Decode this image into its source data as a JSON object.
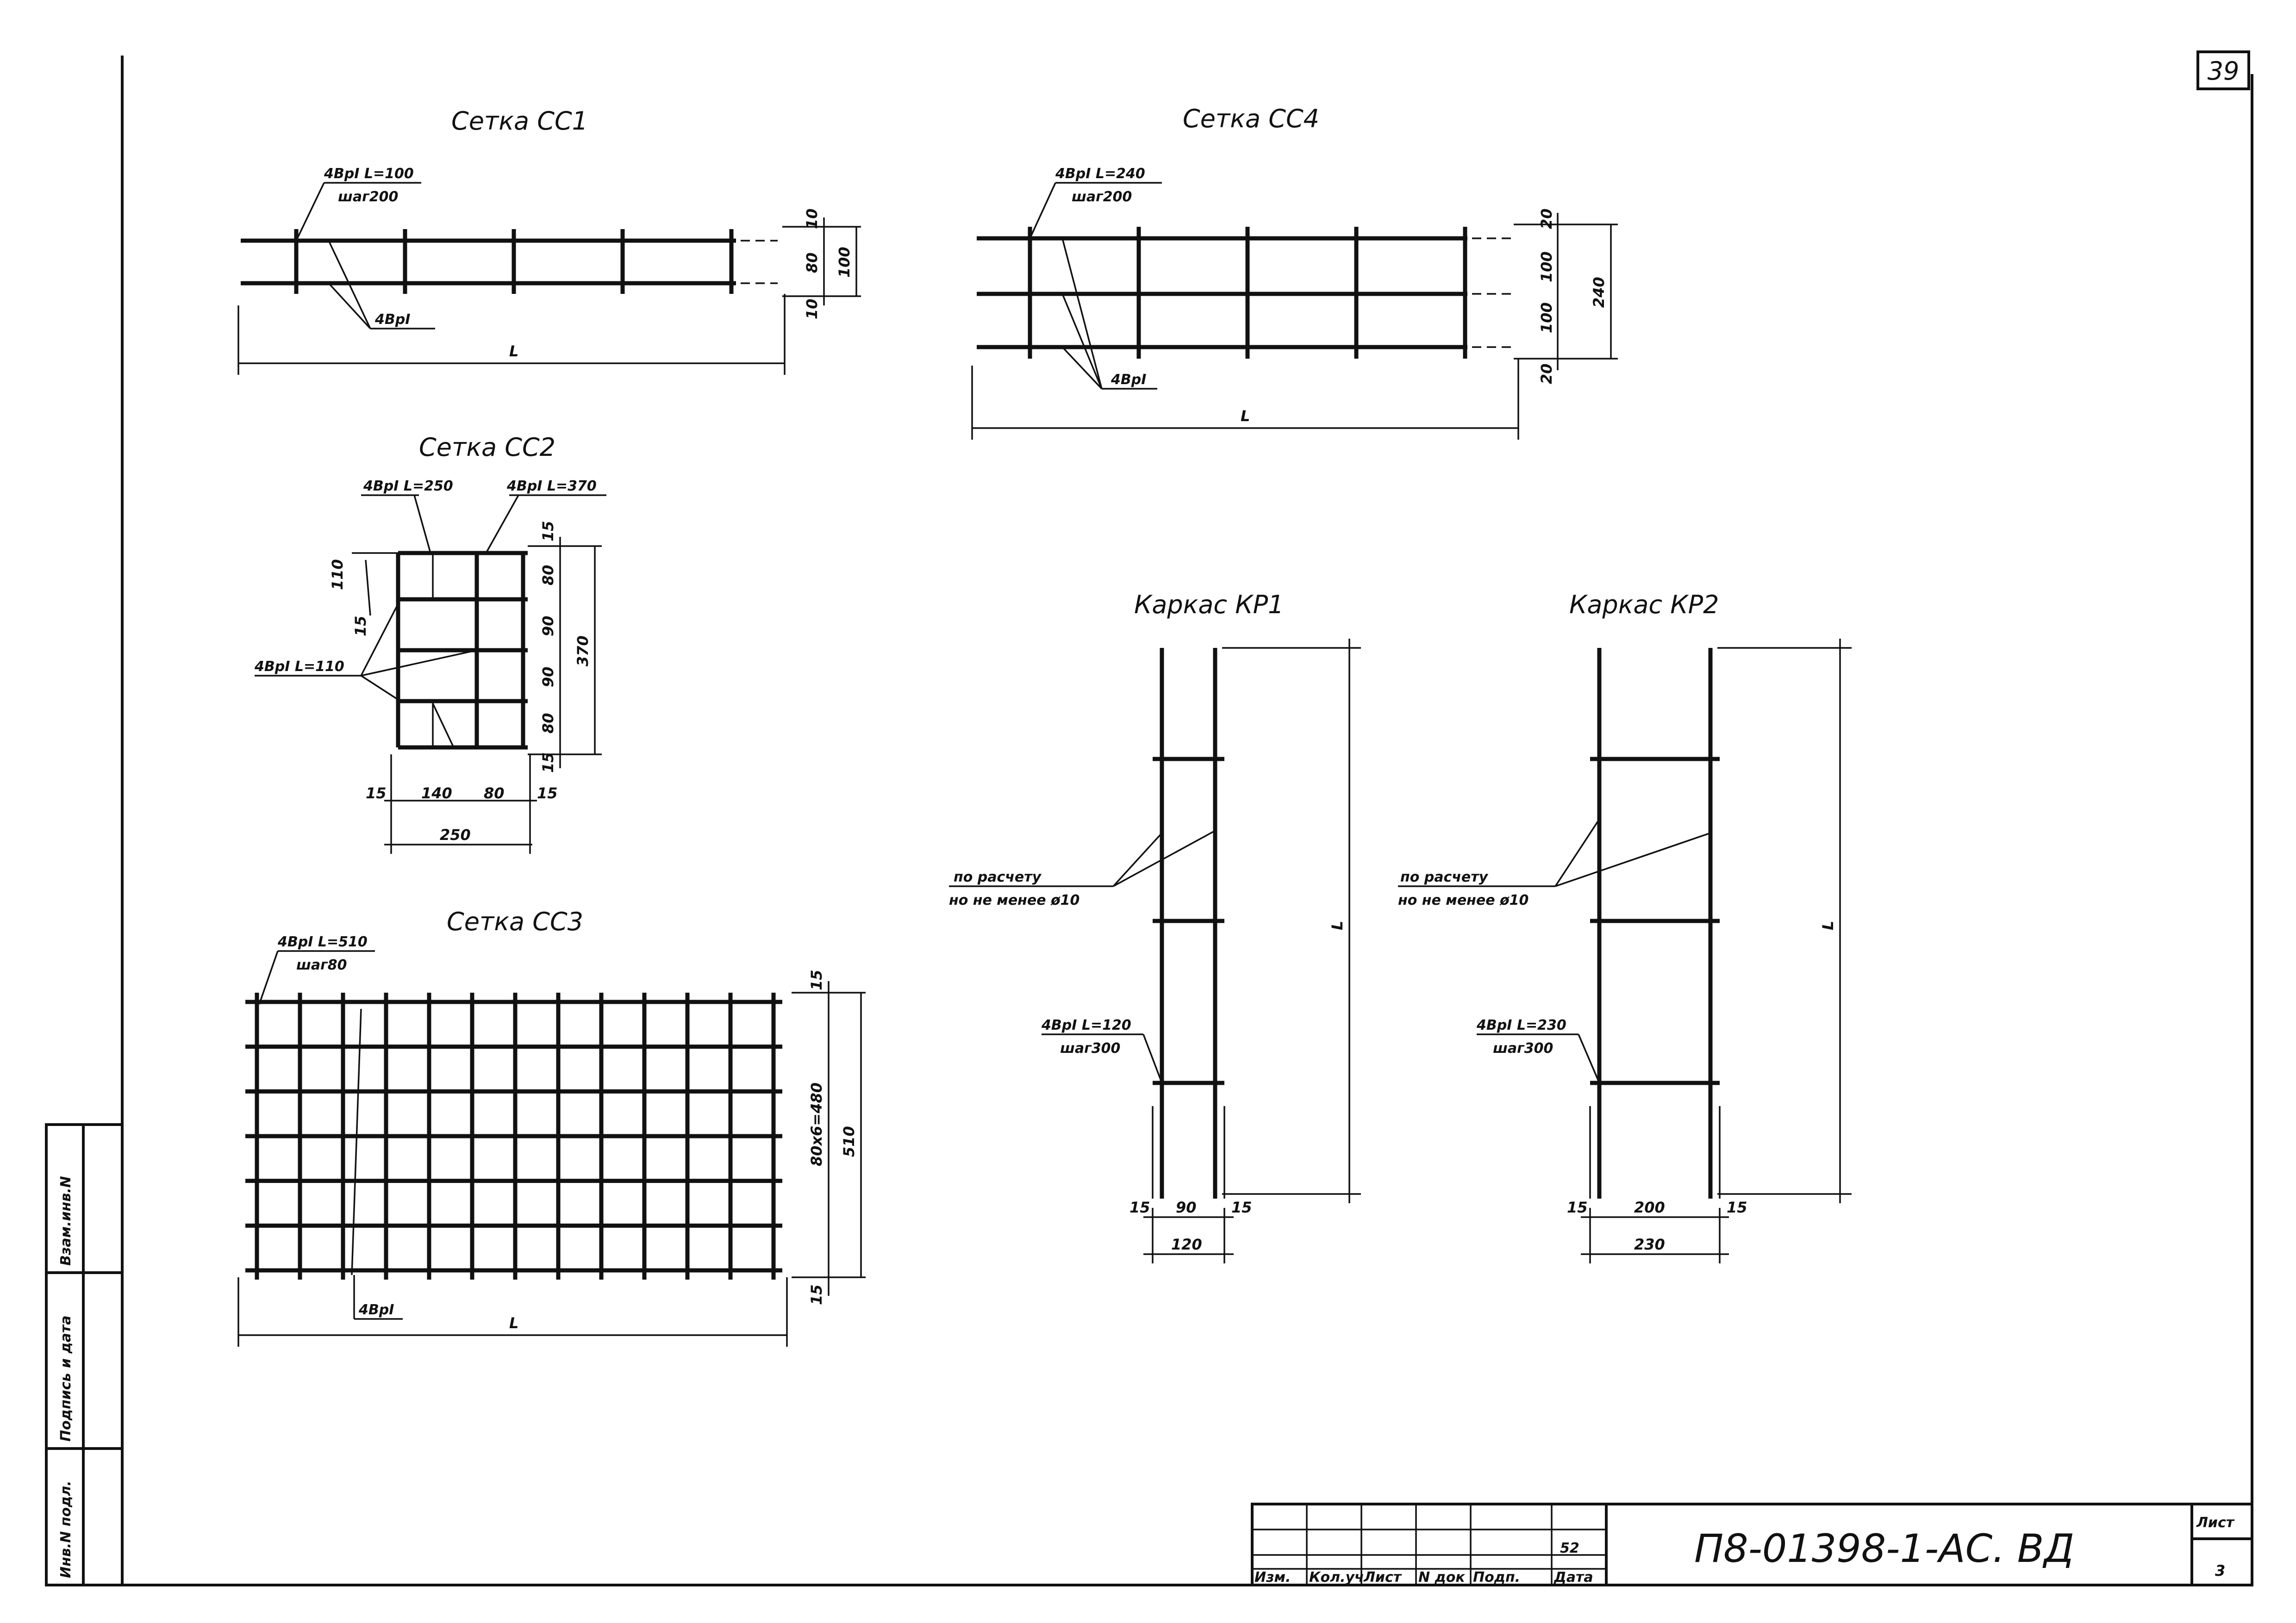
{
  "sheet_number": "39",
  "meshes": {
    "cc1": {
      "title": "Сетка СС1",
      "callout_top": "4BpI L=100",
      "callout_step": "шаг200",
      "callout_bottom": "4BpI",
      "dims": [
        "10",
        "80",
        "10",
        "100"
      ],
      "length": "L"
    },
    "cc4": {
      "title": "Сетка СС4",
      "callout_top": "4BpI L=240",
      "callout_step": "шаг200",
      "callout_bottom": "4BpI",
      "dims": [
        "20",
        "100",
        "100",
        "20",
        "240"
      ],
      "length": "L"
    },
    "cc2": {
      "title": "Сетка СС2",
      "callout_left_top": "4BpI L=250",
      "callout_right_top": "4BpI L=370",
      "callout_left": "4BpI L=110",
      "dims_vertical": [
        "15",
        "80",
        "90",
        "90",
        "80",
        "15",
        "370"
      ],
      "dim_110": "110",
      "dim_15": "15",
      "dims_horizontal": [
        "15",
        "140",
        "80",
        "15"
      ],
      "total_width": "250"
    },
    "cc3": {
      "title": "Сетка СС3",
      "callout_top": "4BpI L=510",
      "callout_step": "шаг80",
      "callout_bottom": "4BpI",
      "dims": [
        "15",
        "80x6=480",
        "15",
        "510"
      ],
      "length": "L"
    }
  },
  "frames": {
    "kp1": {
      "title": "Каркас КР1",
      "note_line1": "по расчету",
      "note_line2": "но не менее ø10",
      "callout_top": "4BpI L=120",
      "callout_step": "шаг300",
      "dims": [
        "15",
        "90",
        "15"
      ],
      "total_width": "120",
      "length": "L"
    },
    "kp2": {
      "title": "Каркас КР2",
      "note_line1": "по расчету",
      "note_line2": "но не менее ø10",
      "callout_top": "4BpI L=230",
      "callout_step": "шаг300",
      "dims": [
        "15",
        "200",
        "15"
      ],
      "total_width": "230",
      "length": "L"
    }
  },
  "left_stamp": [
    "Инв.N подл.",
    "Подпись и дата",
    "Взам.инв.N"
  ],
  "title_block": {
    "headers": [
      "Изм.",
      "Кол.уч",
      "Лист",
      "N док",
      "Подп.",
      "Дата"
    ],
    "drawing_code": "П8-01398-1-АС. ВД",
    "sheet_label": "Лист",
    "sheet_value": "3",
    "small_mark": "52"
  }
}
